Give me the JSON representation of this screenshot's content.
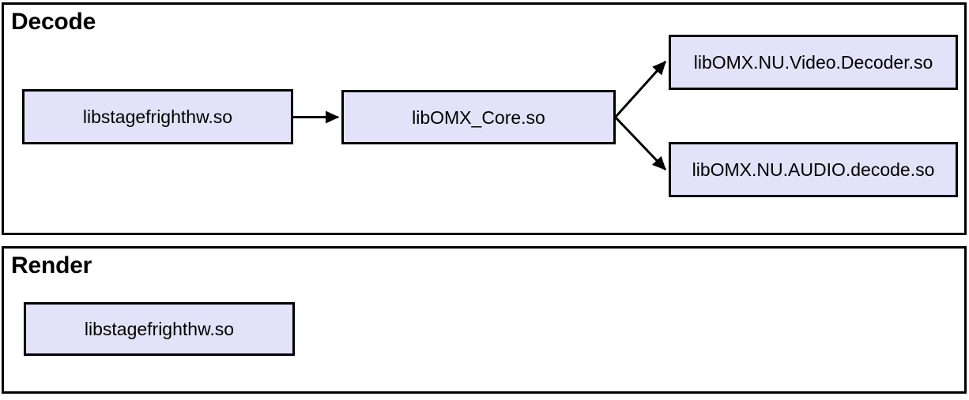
{
  "diagram": {
    "title_visible": false,
    "colors": {
      "node_fill": "#e2e2f8",
      "node_border": "#000000",
      "panel_border": "#000000",
      "panel_fill": "#ffffff",
      "edge": "#000000",
      "text": "#000000"
    },
    "panels": [
      {
        "id": "decode",
        "title": "Decode",
        "nodes": [
          {
            "id": "decode-stagefright",
            "label": "libstagefrighthw.so"
          },
          {
            "id": "decode-omxcore",
            "label": "libOMX_Core.so"
          },
          {
            "id": "decode-video",
            "label": "libOMX.NU.Video.Decoder.so"
          },
          {
            "id": "decode-audio",
            "label": "libOMX.NU.AUDIO.decode.so"
          }
        ],
        "edges": [
          {
            "id": "edge-stagefright-to-omxcore",
            "from": "decode-stagefright",
            "to": "decode-omxcore",
            "style": "solid-arrow"
          },
          {
            "id": "edge-omxcore-to-video",
            "from": "decode-omxcore",
            "to": "decode-video",
            "style": "solid-arrow"
          },
          {
            "id": "edge-omxcore-to-audio",
            "from": "decode-omxcore",
            "to": "decode-audio",
            "style": "solid-arrow"
          }
        ]
      },
      {
        "id": "render",
        "title": "Render",
        "nodes": [
          {
            "id": "render-stagefright",
            "label": "libstagefrighthw.so"
          }
        ],
        "edges": []
      }
    ]
  }
}
